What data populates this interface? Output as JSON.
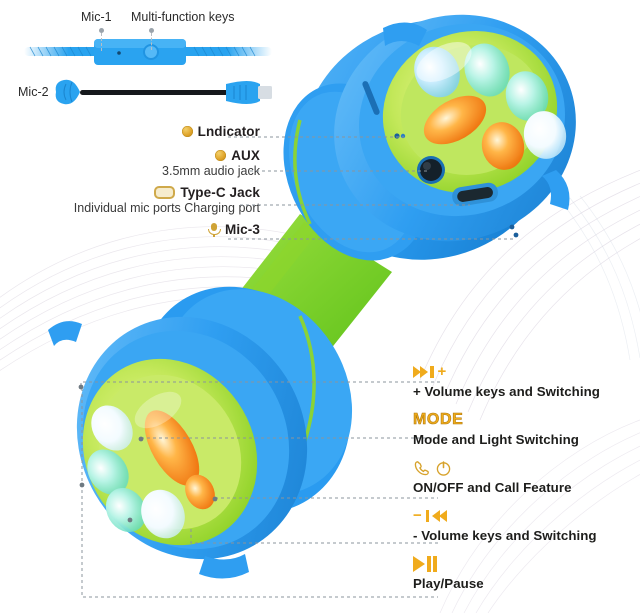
{
  "document": {
    "type": "product-infographic",
    "product": "kids-bluetooth-headphones",
    "background_color": "#ffffff"
  },
  "colors": {
    "gold": "#f0ab1c",
    "gold_dark": "#b07a0e",
    "text": "#231f20",
    "dash_line": "#9aa3ab",
    "body_blue": "#2a9bf0",
    "accent_green": "#7ed321",
    "lime": "#b4e04a",
    "orange": "#f58220"
  },
  "cable_diagram": {
    "labels": [
      {
        "name": "mic1",
        "text": "Mic-1"
      },
      {
        "name": "multifunction",
        "text": "Multi-function keys"
      },
      {
        "name": "mic2",
        "text": "Mic-2"
      }
    ]
  },
  "left_callouts": [
    {
      "icon": "indicator-led-icon",
      "title": "Lndicator",
      "subtitle": ""
    },
    {
      "icon": "aux-port-icon",
      "title": "AUX",
      "subtitle": "3.5mm audio jack"
    },
    {
      "icon": "type-c-connector-icon",
      "title": "Type-C Jack",
      "subtitle": "Individual mic ports Charging port"
    },
    {
      "icon": "microphone-icon",
      "title": "Mic-3",
      "subtitle": ""
    }
  ],
  "right_legend": [
    {
      "icon": "next-track-plus-icon",
      "glyph": "▶▶▏+",
      "label": "+ Volume keys and Switching"
    },
    {
      "icon": "mode-text-icon",
      "glyph": "MODE",
      "label": "Mode and Light Switching"
    },
    {
      "icon": "phone-power-icon",
      "glyph": "☎⏻",
      "label": "ON/OFF and Call Feature"
    },
    {
      "icon": "previous-track-minus-icon",
      "glyph": "−▏◀◀",
      "label": "- Volume keys and Switching"
    },
    {
      "icon": "play-pause-icon",
      "glyph": "▶▐▐",
      "label": "Play/Pause"
    }
  ]
}
